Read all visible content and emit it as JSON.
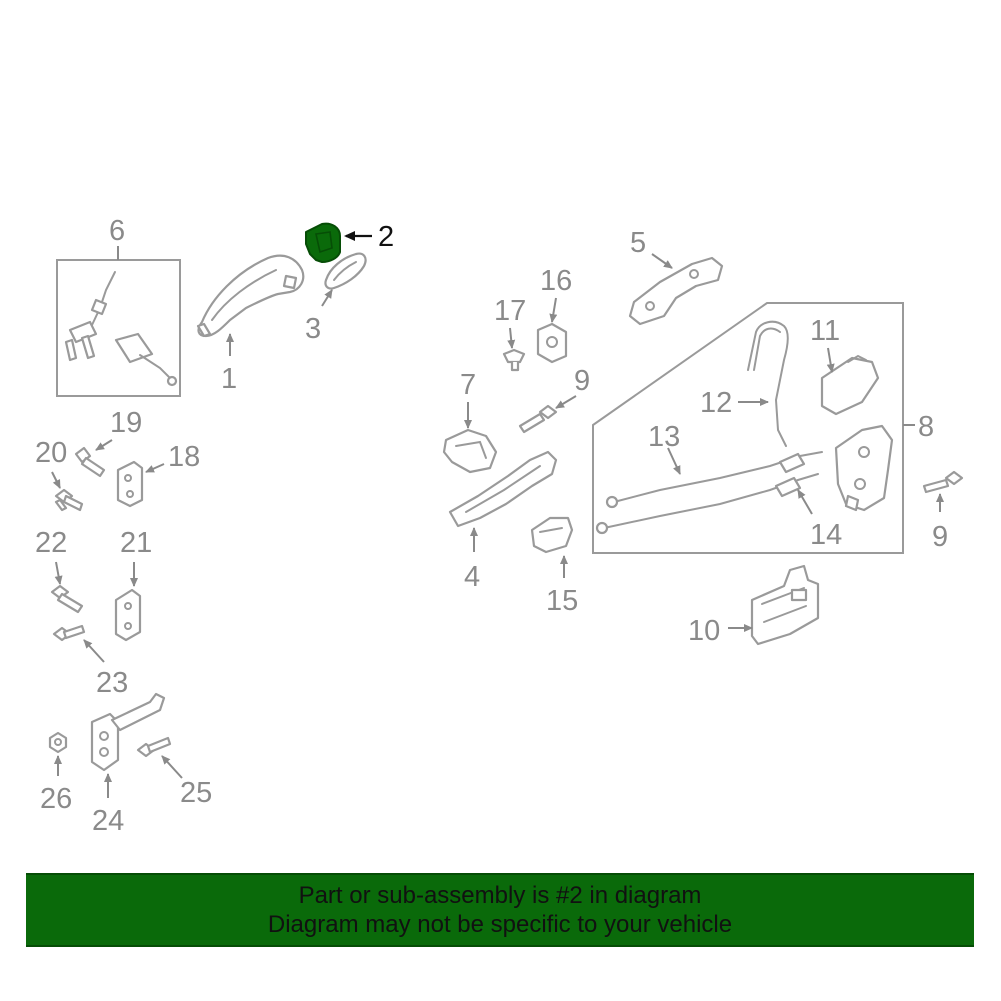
{
  "colors": {
    "highlight": "#0a6a0a",
    "line": "#9a9a9a",
    "label": "#8a8a8a",
    "banner_bg": "#0a6a0a"
  },
  "highlighted_part": "2",
  "labels": {
    "p1": "1",
    "p2": "2",
    "p3": "3",
    "p4": "4",
    "p5": "5",
    "p6": "6",
    "p7": "7",
    "p8": "8",
    "p9a": "9",
    "p9b": "9",
    "p10": "10",
    "p11": "11",
    "p12": "12",
    "p13": "13",
    "p14": "14",
    "p15": "15",
    "p16": "16",
    "p17": "17",
    "p18": "18",
    "p19": "19",
    "p20": "20",
    "p21": "21",
    "p22": "22",
    "p23": "23",
    "p24": "24",
    "p25": "25",
    "p26": "26"
  },
  "banner": {
    "line1": "Part or sub-assembly is #2 in diagram",
    "line2": "Diagram may not be specific to your vehicle"
  }
}
